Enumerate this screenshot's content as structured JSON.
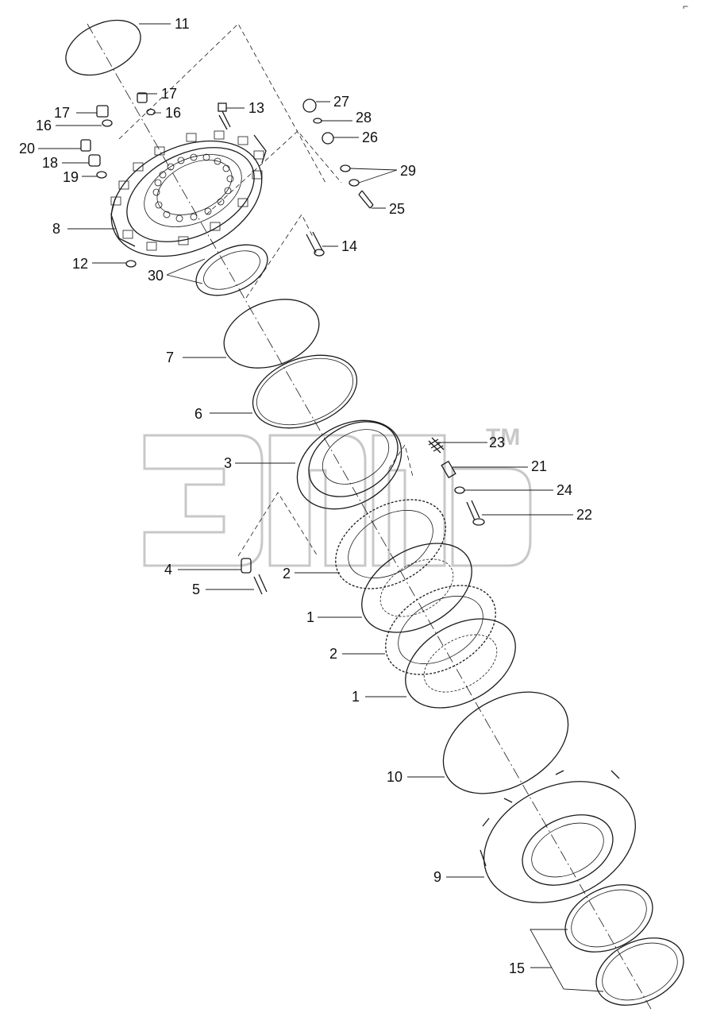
{
  "diagram": {
    "corner_mark": "⌐",
    "watermark_logo": "ЗПЛ",
    "watermark_tm": "TM",
    "callouts": {
      "n11": "11",
      "n17a": "17",
      "n16a": "16",
      "n17b": "17",
      "n16b": "16",
      "n13": "13",
      "n27": "27",
      "n28": "28",
      "n26": "26",
      "n20": "20",
      "n18": "18",
      "n19": "19",
      "n29": "29",
      "n25": "25",
      "n8": "8",
      "n14": "14",
      "n12": "12",
      "n30": "30",
      "n7": "7",
      "n6": "6",
      "n23": "23",
      "n3": "3",
      "n21": "21",
      "n24": "24",
      "n22": "22",
      "n4": "4",
      "n2a": "2",
      "n5": "5",
      "n1a": "1",
      "n2b": "2",
      "n1b": "1",
      "n10": "10",
      "n9": "9",
      "n15": "15"
    }
  }
}
